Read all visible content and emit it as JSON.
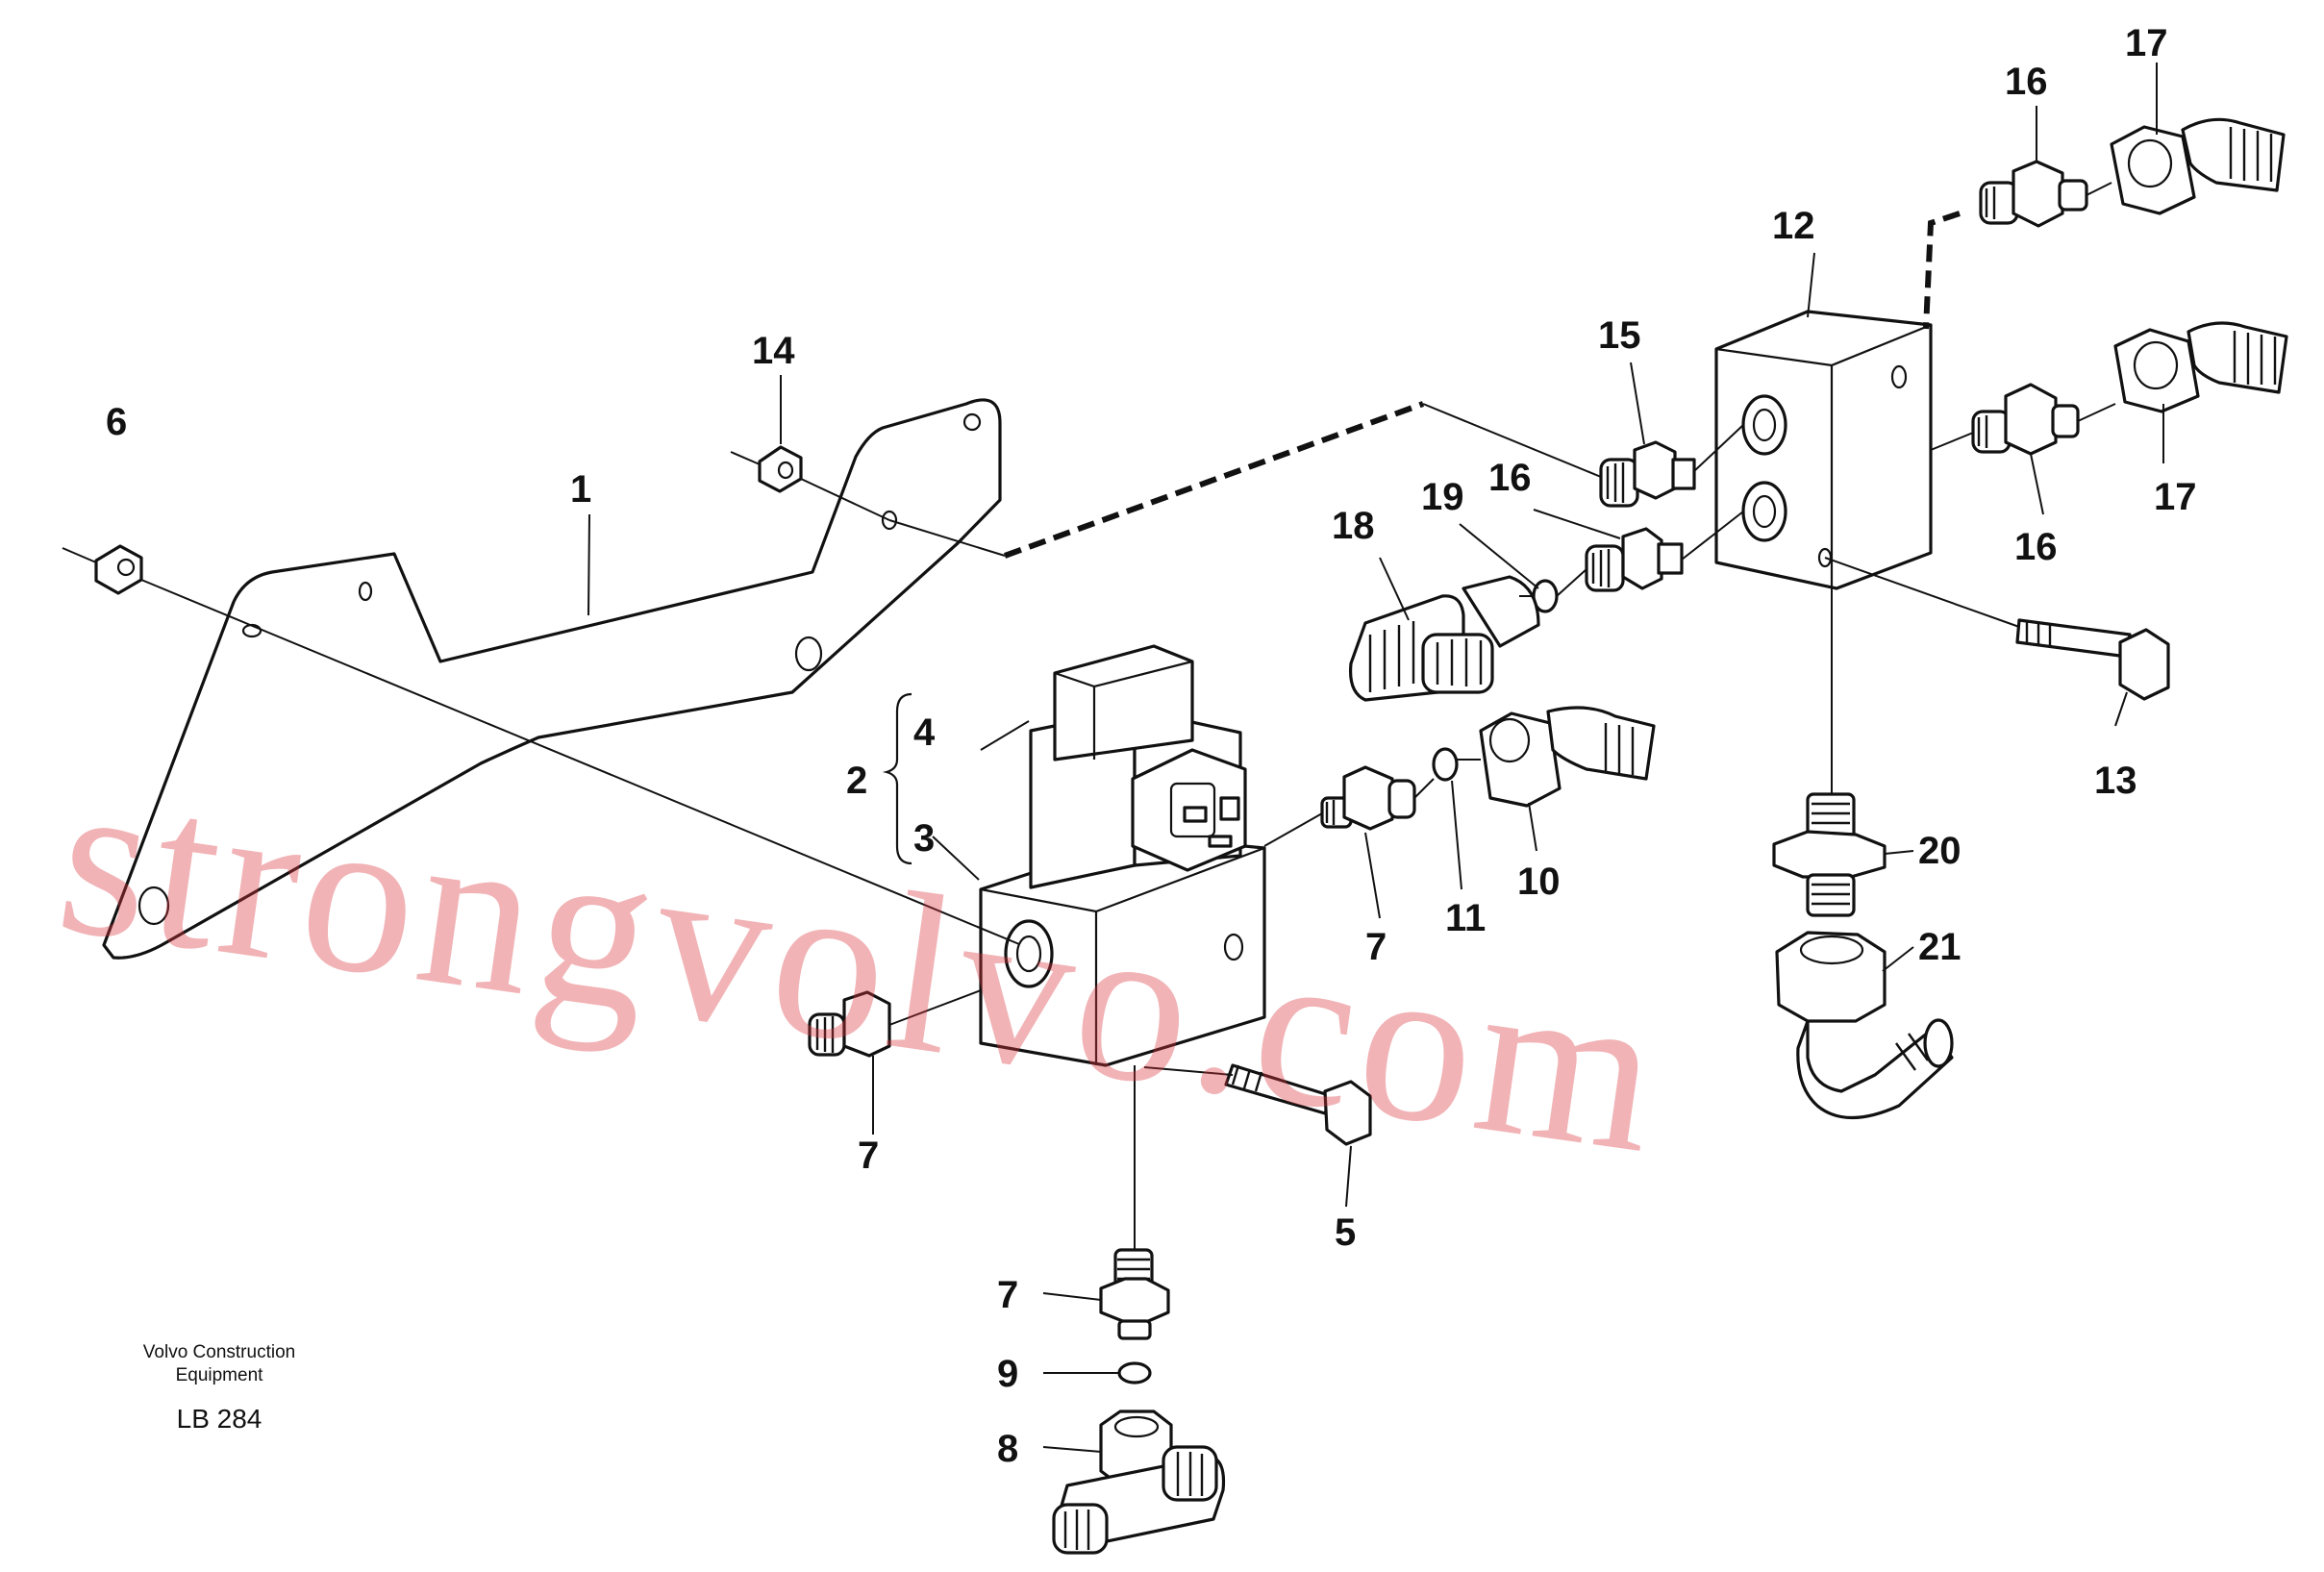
{
  "caption": {
    "company_line1": "Volvo Construction",
    "company_line2": "Equipment",
    "code": "LB 284"
  },
  "callouts": {
    "c1": "1",
    "c2": "2",
    "c3": "3",
    "c4": "4",
    "c5": "5",
    "c6": "6",
    "c7a": "7",
    "c7b": "7",
    "c7c": "7",
    "c8": "8",
    "c9": "9",
    "c10": "10",
    "c11": "11",
    "c12": "12",
    "c13": "13",
    "c14": "14",
    "c15": "15",
    "c16a": "16",
    "c16b": "16",
    "c16c": "16",
    "c17a": "17",
    "c17b": "17",
    "c18": "18",
    "c19": "19",
    "c20": "20",
    "c21": "21"
  },
  "watermark": "strongvolvo.com",
  "colors": {
    "line": "#111111",
    "watermark": "#d9363e",
    "background": "#ffffff"
  }
}
